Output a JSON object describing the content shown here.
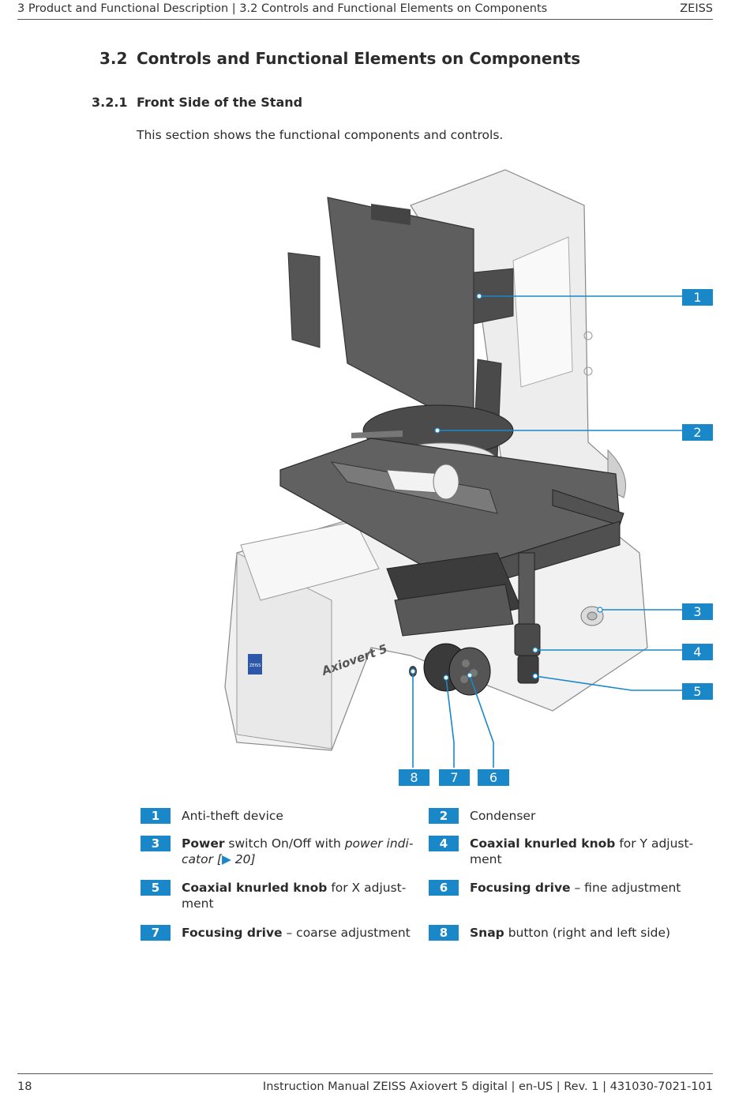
{
  "header": {
    "left": "3 Product and Functional Description | 3.2 Controls and Functional Elements on Components",
    "right": "ZEISS"
  },
  "section": {
    "number": "3.2",
    "title": "Controls and Functional Elements on Components"
  },
  "subsection": {
    "number": "3.2.1",
    "title": "Front Side of the Stand"
  },
  "intro": "This section shows the functional components and controls.",
  "figure": {
    "label_axiovert": "Axiovert 5",
    "label_zeiss": "ZEISS",
    "callouts": [
      "1",
      "2",
      "3",
      "4",
      "5",
      "6",
      "7",
      "8"
    ]
  },
  "legend": [
    {
      "num": "1",
      "bold": "",
      "text": "Anti-theft device"
    },
    {
      "num": "2",
      "bold": "",
      "text": "Condenser"
    },
    {
      "num": "3",
      "bold": "Power",
      "text": " switch On/Off with ",
      "italic": "power indi-\ncator [",
      "link_icon": "▶",
      "italic2": " 20]"
    },
    {
      "num": "4",
      "bold": "Coaxial knurled knob",
      "text": " for Y adjust-\nment"
    },
    {
      "num": "5",
      "bold": "Coaxial knurled knob",
      "text": " for X adjust-\nment"
    },
    {
      "num": "6",
      "bold": "Focusing drive",
      "text": " – fine adjustment"
    },
    {
      "num": "7",
      "bold": "Focusing drive",
      "text": " – coarse adjustment"
    },
    {
      "num": "8",
      "bold": "Snap",
      "text": " button (right and left side)"
    }
  ],
  "footer": {
    "page": "18",
    "right": "Instruction Manual ZEISS Axiovert 5 digital | en-US | Rev. 1 | 431030-7021-101"
  }
}
